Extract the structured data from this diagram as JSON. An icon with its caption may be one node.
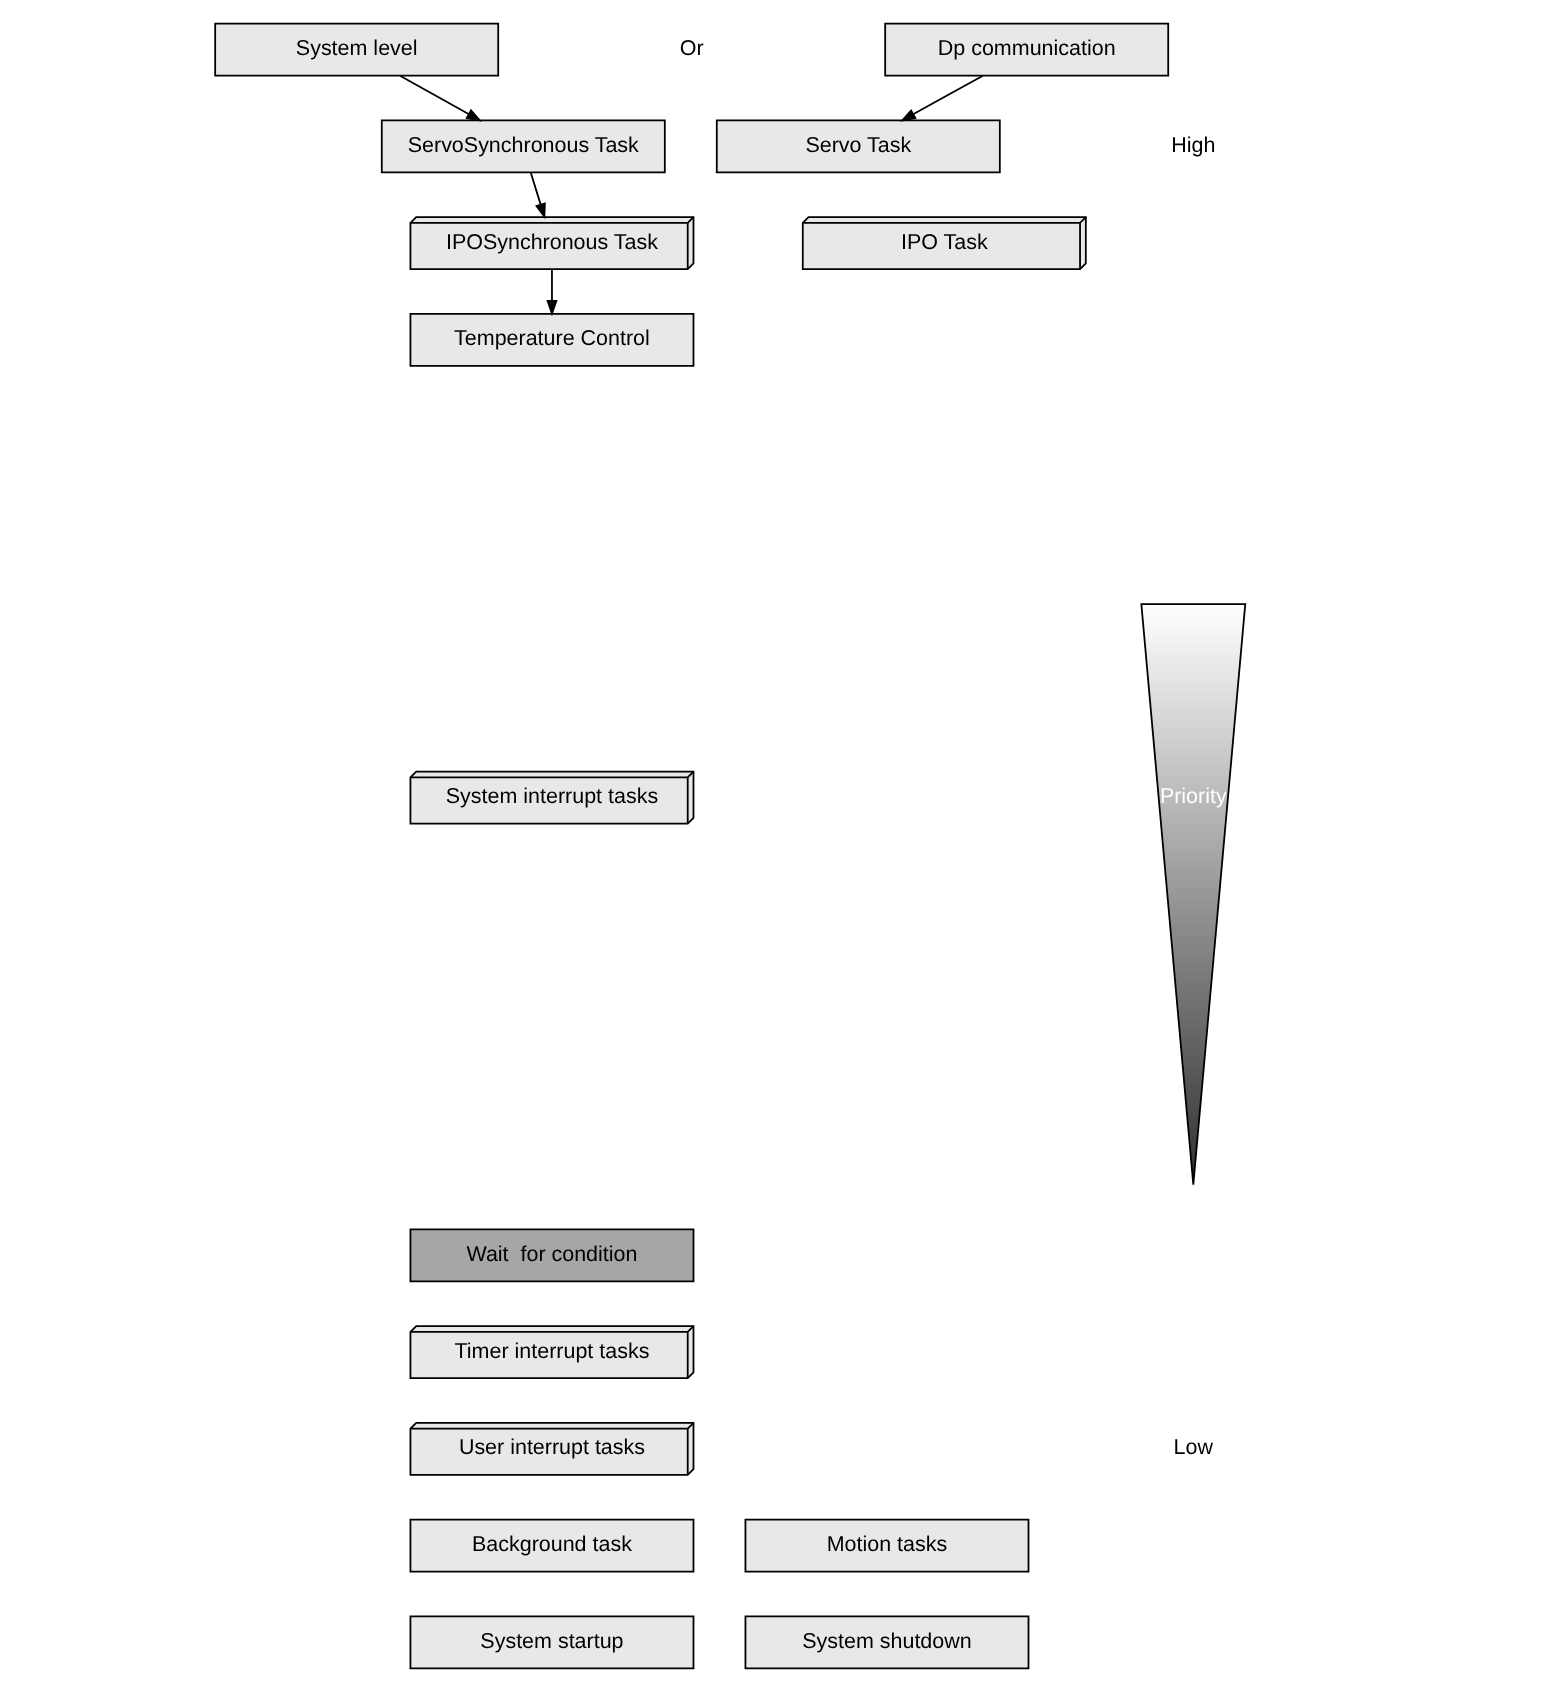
{
  "diagram": {
    "nodes": [
      {
        "text": [
          "System level"
        ]
      },
      {
        "text": [
          "Dp communication"
        ]
      },
      {
        "text": [
          "ServoSynchronous Task"
        ]
      },
      {
        "text": [
          "Servo Task"
        ]
      },
      {
        "text": [
          "IPOSynchronous Task"
        ]
      },
      {
        "text": [
          "IPO Task"
        ]
      },
      {
        "text": [
          "Temperature Control"
        ]
      },
      {
        "text": [
          "System interrupt tasks"
        ]
      },
      {
        "text": [
          "Wait  for condition"
        ]
      },
      {
        "text": [
          "Timer interrupt tasks"
        ]
      },
      {
        "text": [
          "User interrupt tasks"
        ]
      },
      {
        "text": [
          "Background task"
        ]
      },
      {
        "text": [
          "Motion tasks"
        ]
      },
      {
        "text": [
          "System startup"
        ]
      },
      {
        "text": [
          "System shutdown"
        ]
      },
      {
        "text": [
          "Priority"
        ]
      }
    ],
    "edges": [
      {
        "from": 0,
        "to": 2,
        "arrow": "to"
      },
      {
        "from": 1,
        "to": 3,
        "arrow": "to"
      },
      {
        "from": 2,
        "to": 4,
        "arrow": "to"
      },
      {
        "from": 4,
        "to": 6,
        "arrow": "to"
      }
    ],
    "labels": [
      "Or",
      "High",
      "Low"
    ]
  }
}
